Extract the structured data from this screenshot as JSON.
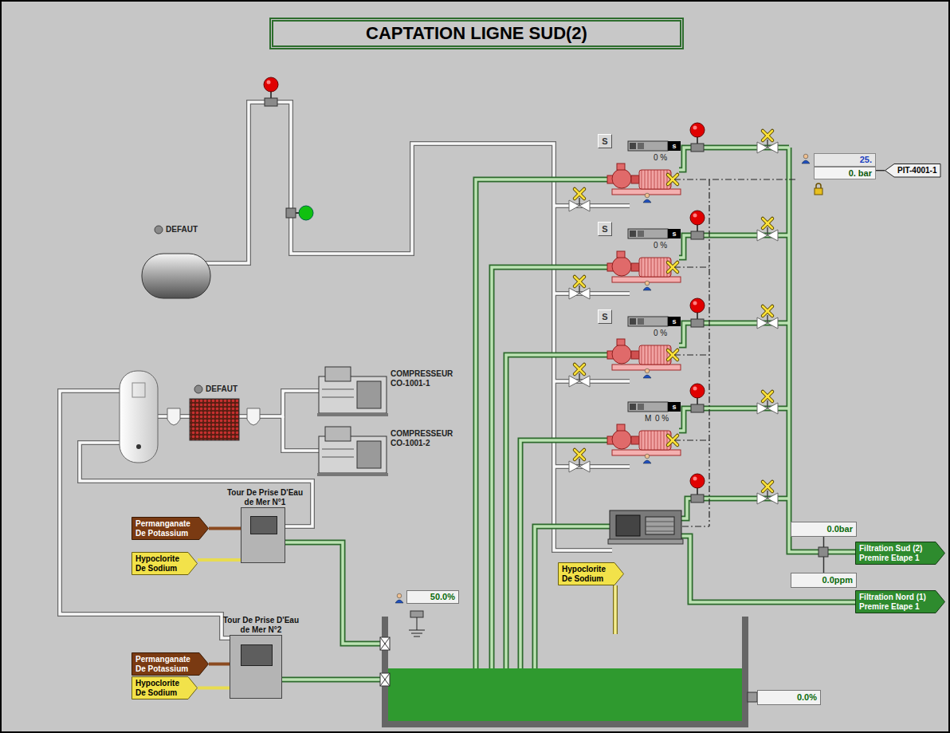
{
  "diagram": {
    "title": "CAPTATION LIGNE SUD(2)",
    "nodes": [
      {
        "text": [
          "S"
        ]
      },
      {
        "text": [
          "25.",
          "0. bar"
        ]
      },
      {
        "text": [
          "PIT-4001-1"
        ]
      },
      {
        "text": [
          "S"
        ]
      },
      {
        "text": [
          "S"
        ]
      },
      {
        "text": [
          "Tour De Prise D'Eau de Mer N°1"
        ]
      },
      {
        "text": [
          "Permanganate De Potassium"
        ]
      },
      {
        "text": [
          "Hypoclorite De Sodium"
        ]
      },
      {
        "text": [
          "0.0bar"
        ]
      },
      {
        "text": [
          "Filtration Sud (2) Premire Etape 1"
        ]
      },
      {
        "text": [
          "50.0%"
        ]
      },
      {
        "text": [
          "Hypoclorite De Sodium"
        ]
      },
      {
        "text": [
          "0.0ppm"
        ]
      },
      {
        "text": [
          "Filtration Nord (1) Premire Etape 1"
        ]
      },
      {
        "text": [
          "Tour De Prise D'Eau de Mer N°2"
        ]
      },
      {
        "text": [
          "Permanganate De Potassium"
        ]
      },
      {
        "text": [
          "Hypoclorite De Sodium"
        ]
      },
      {
        "text": [
          "0.0%"
        ]
      }
    ],
    "edges": [
      {
        "from": 6,
        "to": 5,
        "arrow": "none"
      },
      {
        "from": 7,
        "to": 5,
        "arrow": "none"
      },
      {
        "from": 15,
        "to": 14,
        "arrow": "none"
      },
      {
        "from": 16,
        "to": 14,
        "arrow": "none"
      },
      {
        "from": 2,
        "to": 1,
        "arrow": "none"
      },
      {
        "from": 8,
        "to": 12,
        "arrow": "none"
      }
    ],
    "labels": [
      "DEFAUT",
      "DEFAUT",
      "COMPRESSEUR CO-1001-1",
      "COMPRESSEUR CO-1001-2",
      "s",
      "s",
      "s",
      "s",
      "0 %",
      "0 %",
      "0 %",
      "0 %",
      "M"
    ]
  }
}
